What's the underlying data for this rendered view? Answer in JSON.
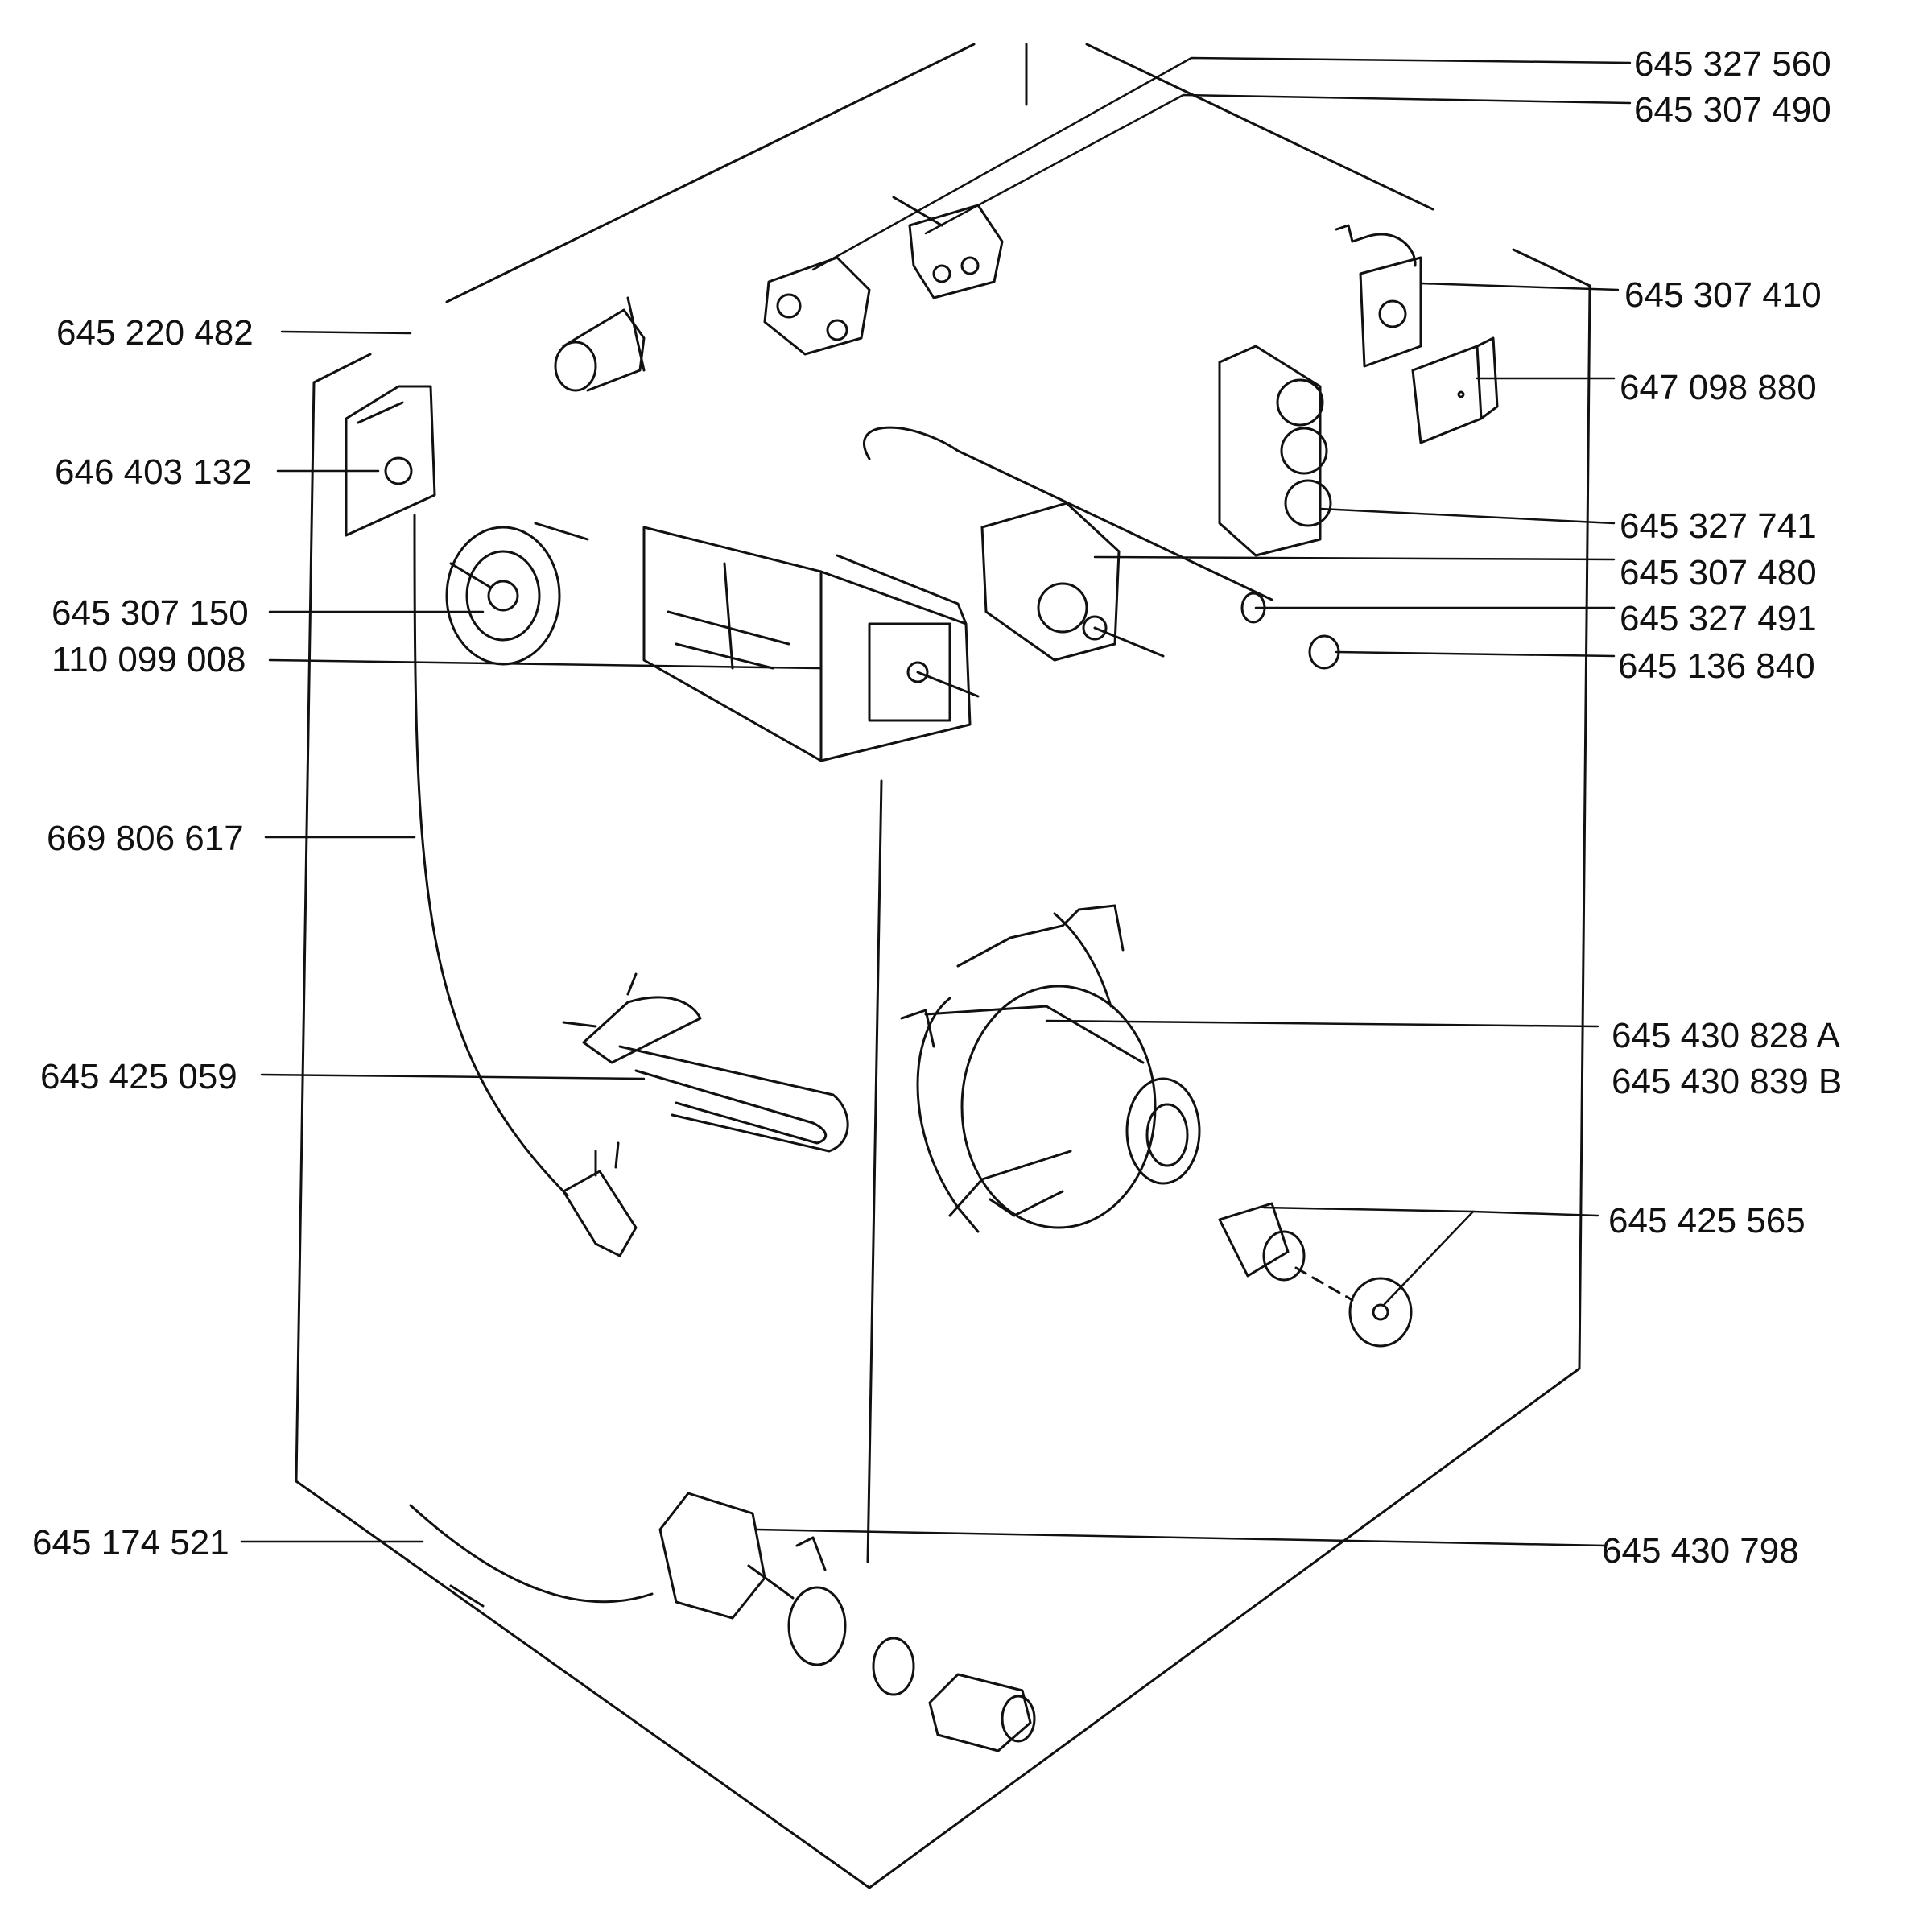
{
  "part_numbers": {
    "p645327560": "645 327 560",
    "p645307490": "645 307 490",
    "p645307410": "645 307 410",
    "p647098880": "647 098 880",
    "p645327741": "645 327 741",
    "p645307480": "645 307 480",
    "p645327491": "645 327 491",
    "p645136840": "645 136 840",
    "p645430828A": "645 430 828 A",
    "p645430839B": "645 430 839 B",
    "p645425565": "645 425 565",
    "p645430798": "645 430 798",
    "p645220482": "645 220 482",
    "p646403132": "646 403 132",
    "p645307150": "645 307 150",
    "p110099008": "110 099 008",
    "p669806617": "669 806 617",
    "p645425059": "645 425 059",
    "p645174521": "645 174 521"
  }
}
